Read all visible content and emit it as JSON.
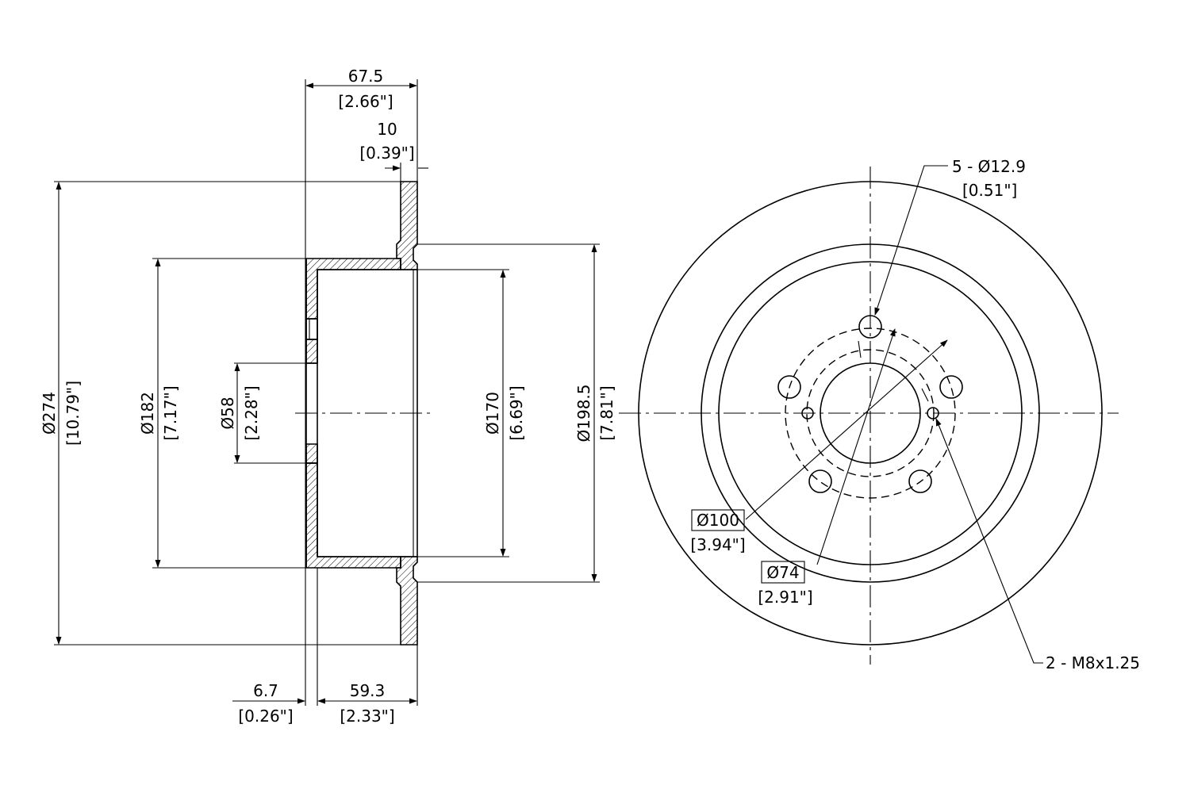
{
  "side_view": {
    "overall_width": {
      "mm": "67.5",
      "in": "[2.66\"]"
    },
    "disc_thickness": {
      "mm": "10",
      "in": "[0.39\"]"
    },
    "outer_diameter": {
      "mm": "Ø274",
      "in": "[10.79\"]"
    },
    "hat_diameter": {
      "mm": "Ø182",
      "in": "[7.17\"]"
    },
    "center_bore": {
      "mm": "Ø58",
      "in": "[2.28\"]"
    },
    "drum_inner_diameter": {
      "mm": "Ø170",
      "in": "[6.69\"]"
    },
    "hat_outer_diameter": {
      "mm": "Ø198.5",
      "in": "[7.81\"]"
    },
    "hub_thickness": {
      "mm": "6.7",
      "in": "[0.26\"]"
    },
    "hat_height": {
      "mm": "59.3",
      "in": "[2.33\"]"
    }
  },
  "front_view": {
    "lug_holes": {
      "mm": "5 - Ø12.9",
      "in": "[0.51\"]"
    },
    "bolt_circle": {
      "mm": "Ø100",
      "in": "[3.94\"]"
    },
    "pilot_circle": {
      "mm": "Ø74",
      "in": "[2.91\"]"
    },
    "threaded_holes": {
      "label": "2 - M8x1.25"
    }
  }
}
